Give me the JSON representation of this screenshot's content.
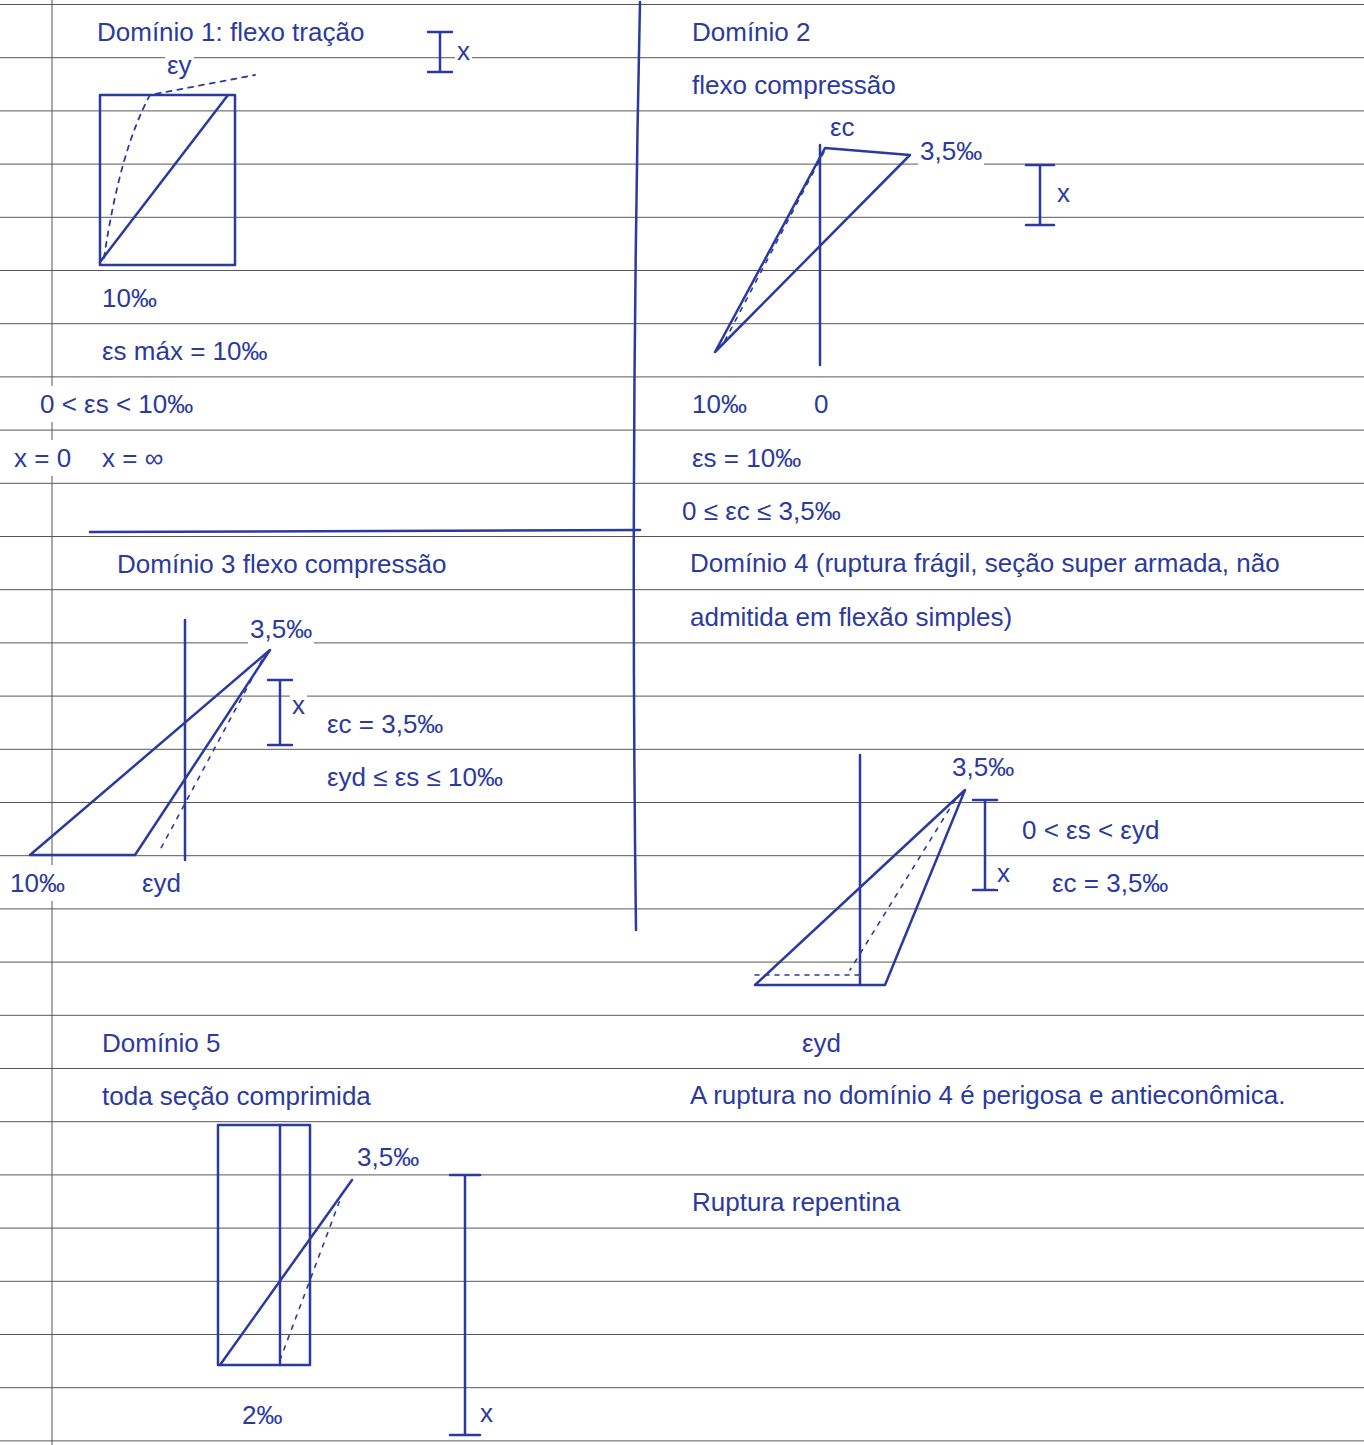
{
  "diagram": {
    "labels": [
      "Domínio 1: flexo tração",
      "εy",
      "x",
      "10‰",
      "εs máx = 10‰",
      "0 < εs < 10‰",
      "x = 0",
      "x = ∞",
      "Domínio 2",
      "flexo compressão",
      "εc",
      "3,5‰",
      "x",
      "10‰",
      "0",
      "εs = 10‰",
      "0 ≤ εc ≤ 3,5‰",
      "Domínio 3 flexo compressão",
      "3,5‰",
      "x",
      "εc = 3,5‰",
      "εyd ≤ εs ≤ 10‰",
      "10‰",
      "εyd",
      "Domínio 4 (ruptura frágil, seção super armada, não admitida em flexão simples)",
      "3,5‰",
      "x",
      "0 < εs < εyd",
      "εc = 3,5‰",
      "εyd",
      "Domínio 5",
      "toda seção comprimida",
      "3,5‰",
      "2‰",
      "x",
      "A ruptura no domínio 4 é perigosa e antieconômica.",
      "Ruptura repentina"
    ]
  }
}
